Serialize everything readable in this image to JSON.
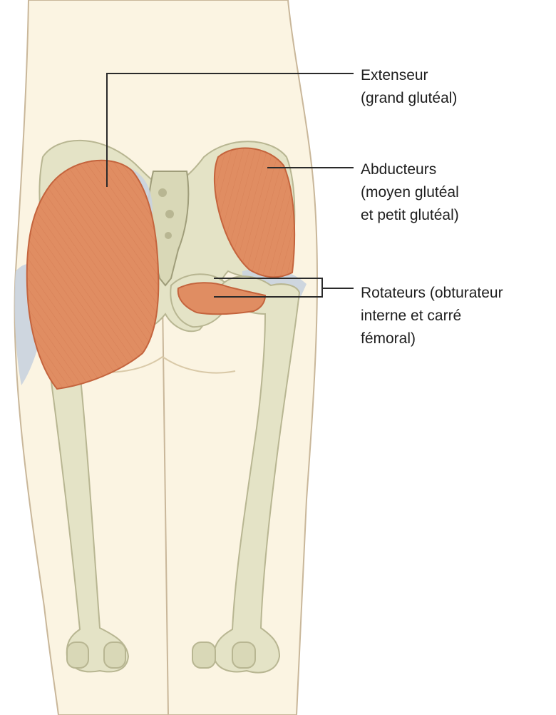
{
  "labels": {
    "extensor": [
      "Extenseur",
      "(grand glutéal)"
    ],
    "abductors": [
      "Abducteurs",
      "(moyen glutéal",
      "et petit glutéal)"
    ],
    "rotators": [
      "Rotateurs (obturateur",
      "interne et carré",
      "fémoral)"
    ]
  },
  "colors": {
    "skin": "#fbf4e2",
    "outline": "#c9b79a",
    "bone": "#e4e3c6",
    "bone_shadow": "#b8b692",
    "muscle": "#e08d62",
    "muscle_shadow": "#c4643d",
    "ligament": "#c9d3df",
    "leader_line": "#2a2a2a",
    "text": "#1e1e1e"
  }
}
